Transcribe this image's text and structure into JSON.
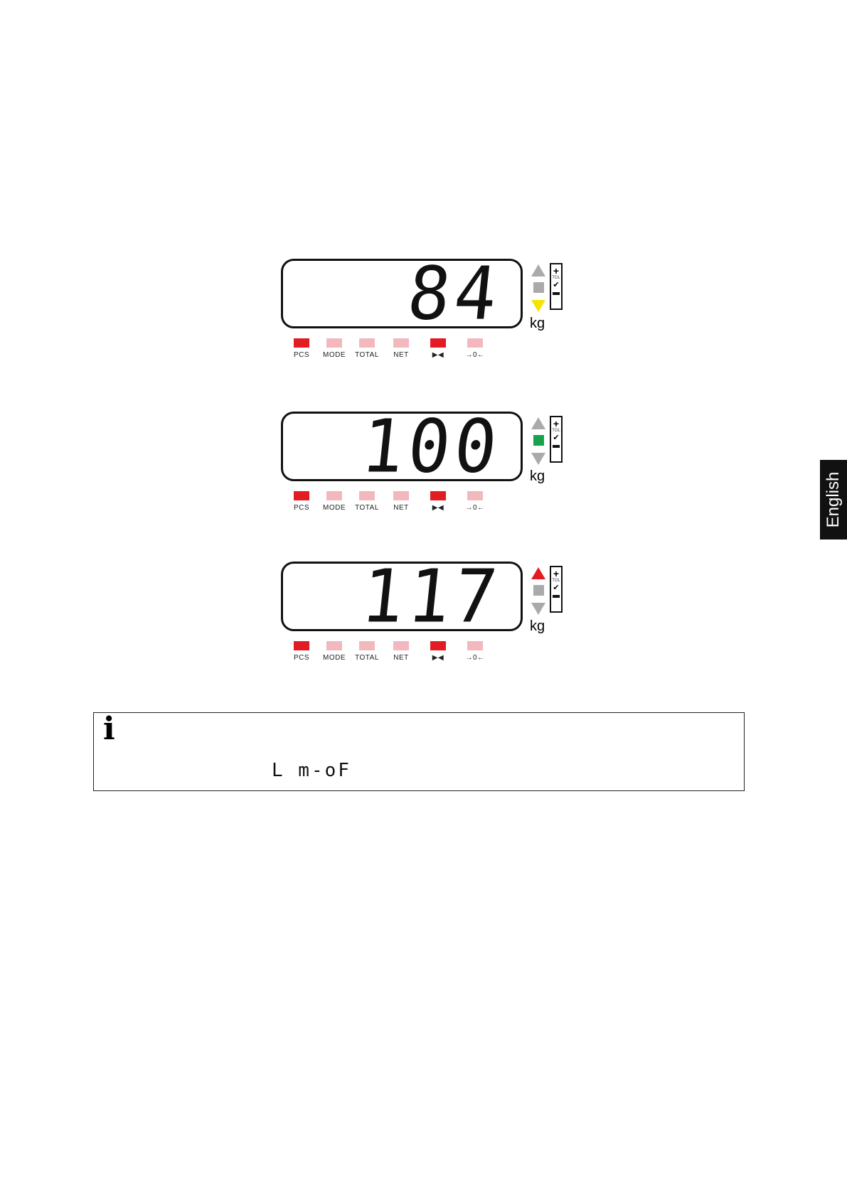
{
  "displays": [
    {
      "value": "84",
      "tol_state": "under",
      "up_color": "#aaaaaa",
      "mid_color": "#aaaaaa",
      "down_color": "#f5e400",
      "unit": "kg",
      "leds": [
        {
          "label": "PCS",
          "on": true
        },
        {
          "label": "MODE",
          "on": false
        },
        {
          "label": "TOTAL",
          "on": false
        },
        {
          "label": "NET",
          "on": false
        },
        {
          "label": "stable-icon",
          "on": true
        },
        {
          "label": "zero-icon",
          "on": false
        }
      ]
    },
    {
      "value": "100",
      "tol_state": "ok",
      "up_color": "#aaaaaa",
      "mid_color": "#17a34a",
      "down_color": "#aaaaaa",
      "unit": "kg",
      "leds": [
        {
          "label": "PCS",
          "on": true
        },
        {
          "label": "MODE",
          "on": false
        },
        {
          "label": "TOTAL",
          "on": false
        },
        {
          "label": "NET",
          "on": false
        },
        {
          "label": "stable-icon",
          "on": true
        },
        {
          "label": "zero-icon",
          "on": false
        }
      ]
    },
    {
      "value": "117",
      "tol_state": "over",
      "up_color": "#e31b23",
      "mid_color": "#aaaaaa",
      "down_color": "#aaaaaa",
      "unit": "kg",
      "leds": [
        {
          "label": "PCS",
          "on": true
        },
        {
          "label": "MODE",
          "on": false
        },
        {
          "label": "TOTAL",
          "on": false
        },
        {
          "label": "NET",
          "on": false
        },
        {
          "label": "stable-icon",
          "on": true
        },
        {
          "label": "zero-icon",
          "on": false
        }
      ]
    }
  ],
  "tol_bar": {
    "plus": "+",
    "tol": "TOL",
    "check": "✔"
  },
  "led_text": {
    "pcs": "PCS",
    "mode": "MODE",
    "total": "TOTAL",
    "net": "NET",
    "stable": "▶◀",
    "zero": "→0←"
  },
  "info": {
    "icon": "i",
    "code": "L  m-oF"
  },
  "language_tab": "English"
}
